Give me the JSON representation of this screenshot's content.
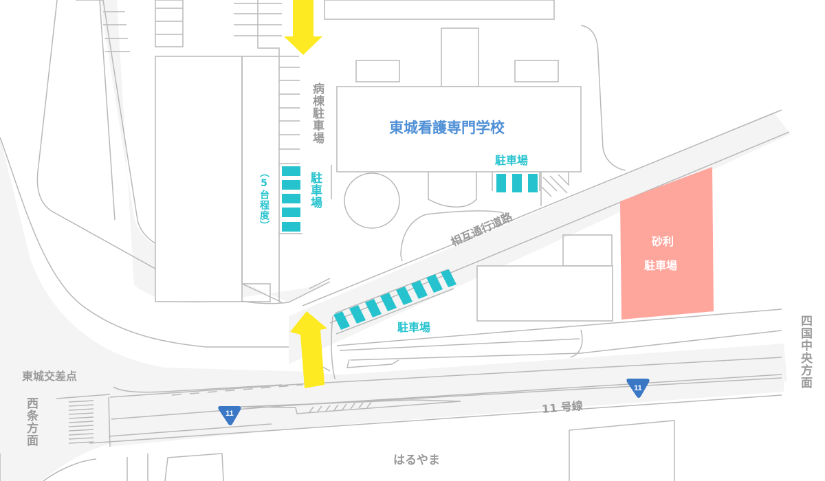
{
  "colors": {
    "road_fill": "#f4f4f4",
    "line": "#b8b8b8",
    "parking": "#26c3ce",
    "gravel_lot": "#fea59c",
    "arrow": "#fdea23",
    "route_shield": "#3a78c6",
    "label_gray": "#999999",
    "school_label": "#4f8fd6"
  },
  "labels": {
    "school": "東城看護専門学校",
    "school_parking": "駐車場",
    "ward_parking": "病棟駐車場",
    "side_parking": "駐車場",
    "side_parking_note": "（5台程度）",
    "angled_parking": "駐車場",
    "mutual_road": "相互通行道路",
    "gravel_line1": "砂利",
    "gravel_line2": "駐車場",
    "intersection": "東城交差点",
    "west_direction": "西条方面",
    "east_direction": "四国中央方面",
    "route_name": "11 号線",
    "harurama": "はるやま"
  },
  "route_shields": [
    {
      "number": "11"
    },
    {
      "number": "11"
    }
  ]
}
